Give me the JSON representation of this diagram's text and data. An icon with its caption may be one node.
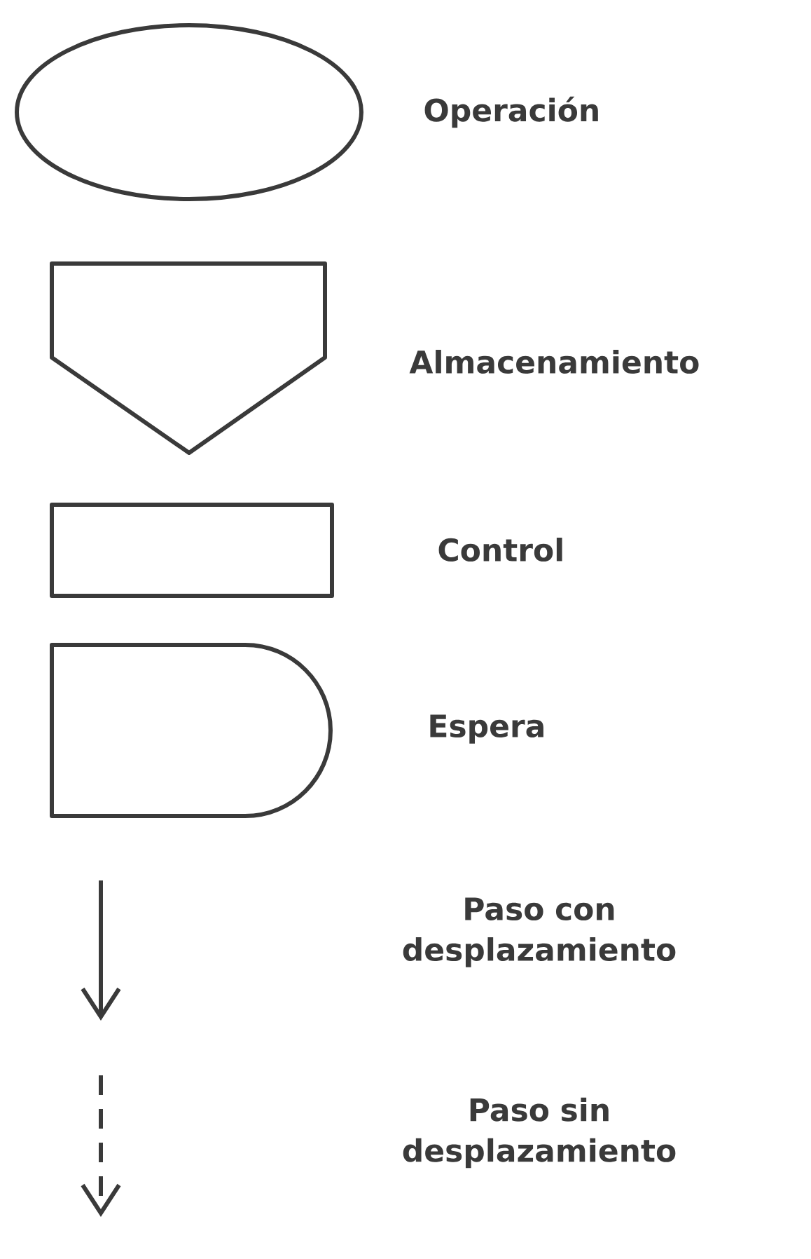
{
  "diagram": {
    "nodes": [
      {
        "text": [],
        "shape": "ellipse",
        "beside": [
          "Operación"
        ]
      },
      {
        "text": [],
        "shape": "pentagon",
        "beside": [
          "Almacenamiento"
        ]
      },
      {
        "text": [],
        "shape": "box",
        "beside": [
          "Control"
        ]
      },
      {
        "text": [],
        "shape": "delay",
        "beside": [
          "Espera"
        ]
      }
    ],
    "legend": [
      {
        "text": "Paso con desplazamiento"
      },
      {
        "text": "Paso sin desplazamiento"
      }
    ]
  }
}
